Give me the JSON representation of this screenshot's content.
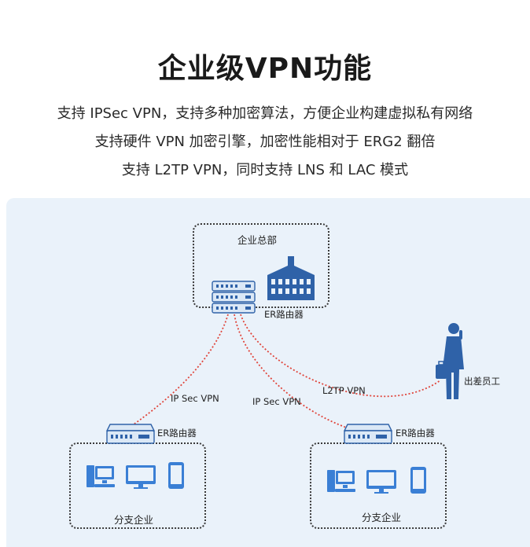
{
  "header": {
    "title": "企业级VPN功能",
    "lines": [
      "支持 IPSec VPN，支持多种加密算法，方便企业构建虚拟私有网络",
      "支持硬件 VPN 加密引擎，加密性能相对于 ERG2 翻倍",
      "支持 L2TP VPN，同时支持 LNS 和 LAC 模式"
    ]
  },
  "diagram": {
    "hq": {
      "label": "企业总部",
      "router_label": "ER路由器"
    },
    "branch_left": {
      "label": "分支企业",
      "router_label": "ER路由器"
    },
    "branch_right": {
      "label": "分支企业",
      "router_label": "ER路由器"
    },
    "traveler_label": "出差员工",
    "links": {
      "ipsec_left": "IP Sec VPN",
      "ipsec_right": "IP Sec VPN",
      "l2tp": "L2TP VPN"
    },
    "colors": {
      "panel": "#eaf2fa",
      "link": "#e0463c",
      "device_light": "#dbe8f6",
      "device_dark": "#2f62a8",
      "icon_blue": "#3a7fd5"
    }
  }
}
